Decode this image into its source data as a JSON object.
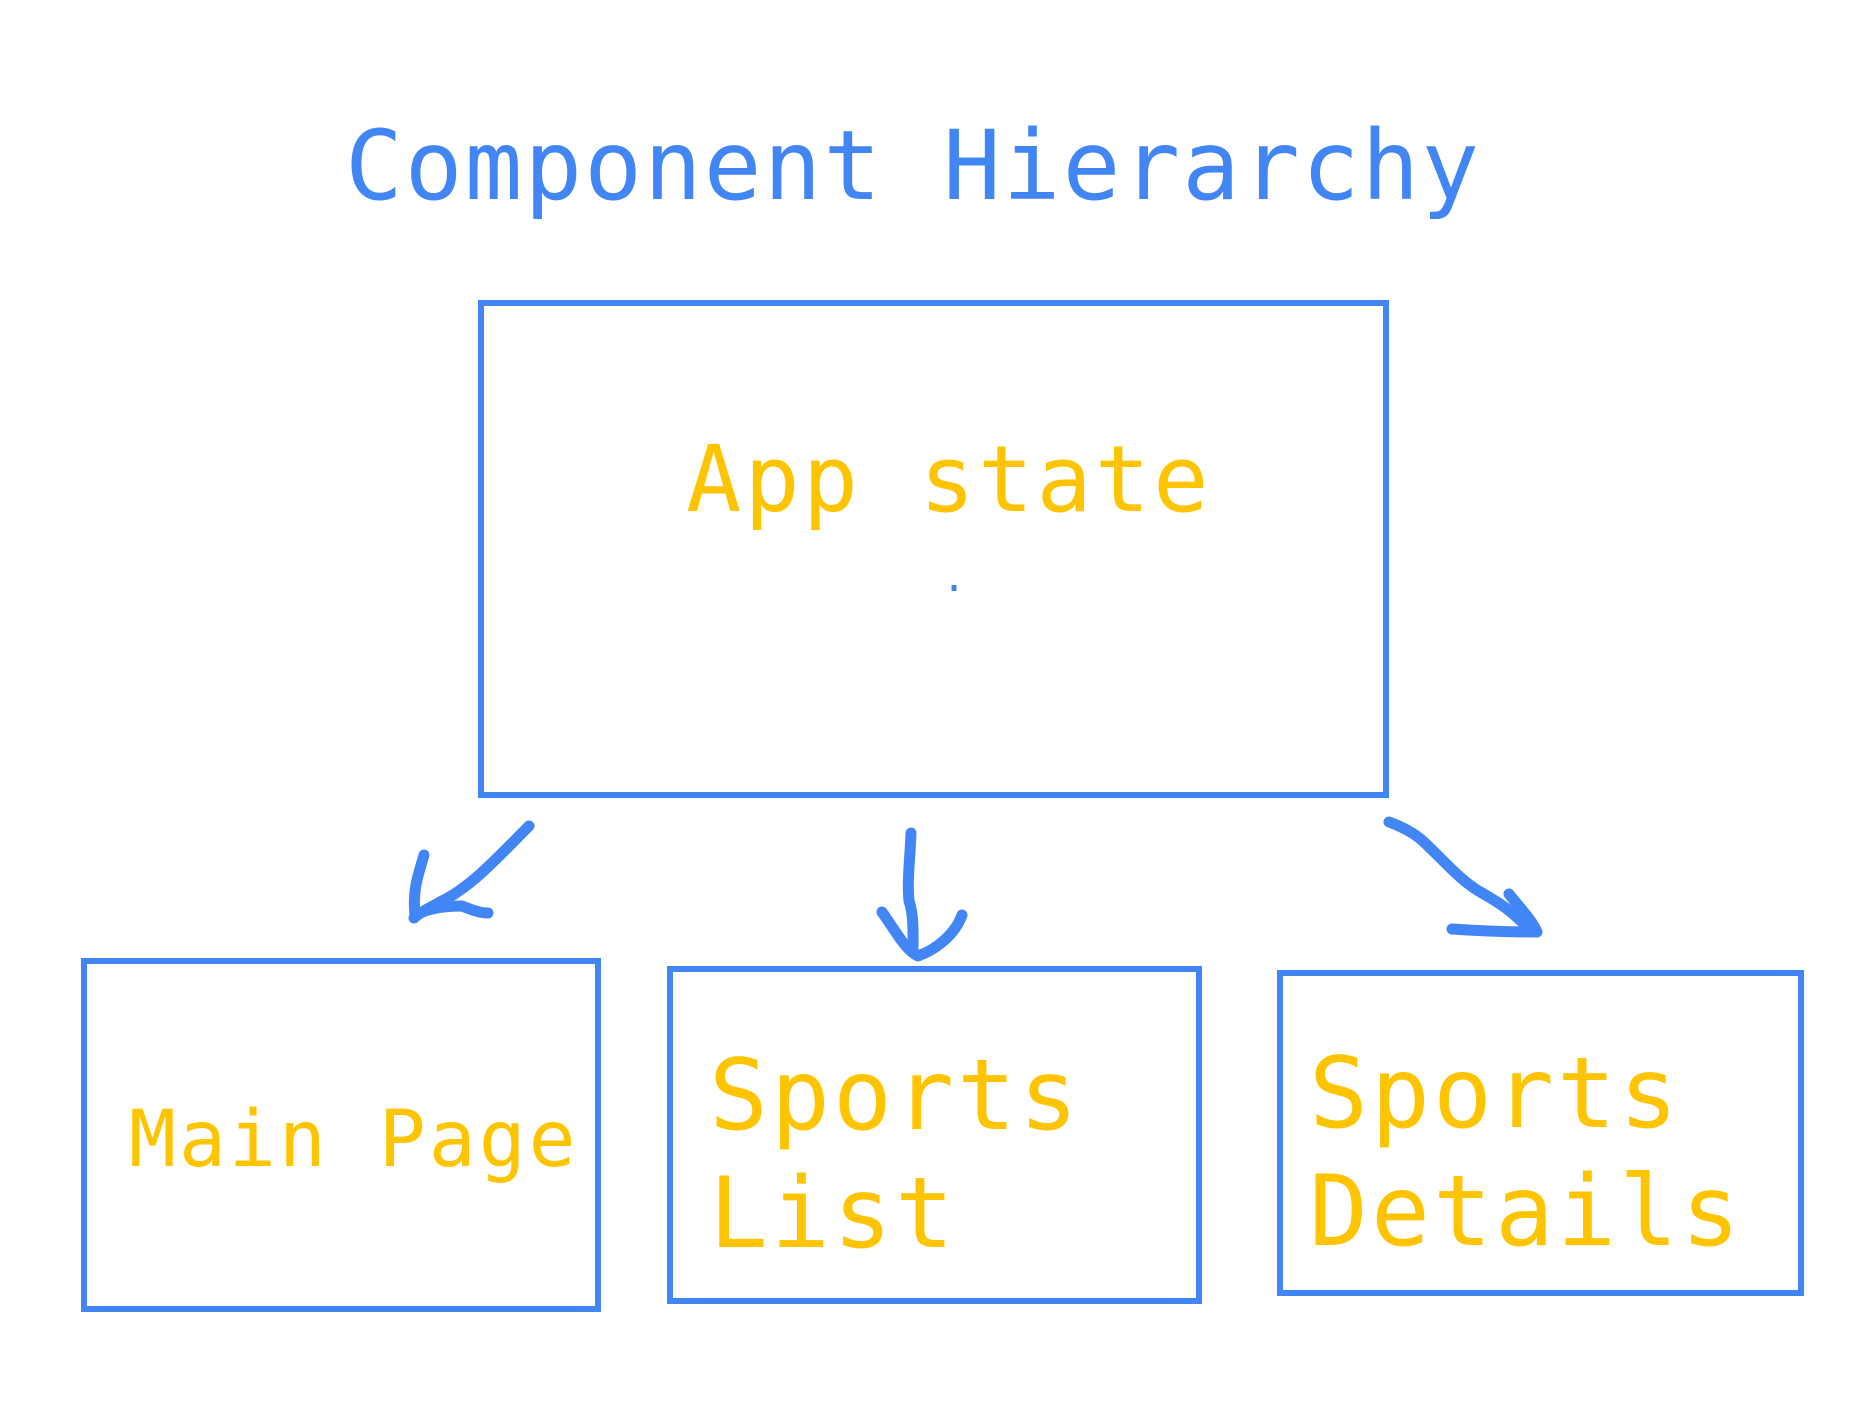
{
  "diagram": {
    "title": "Component Hierarchy",
    "nodes": {
      "app_state": {
        "label": "App state",
        "dot": "."
      },
      "main_page": {
        "label": "Main Page"
      },
      "sports_list": {
        "label": "Sports\nList"
      },
      "sports_details": {
        "label": "Sports\nDetails"
      }
    },
    "edges": [
      {
        "from": "App state",
        "to": "Main Page"
      },
      {
        "from": "App state",
        "to": "Sports List"
      },
      {
        "from": "App state",
        "to": "Sports Details"
      }
    ],
    "colors": {
      "outline": "#4285F4",
      "title": "#4285F4",
      "node_text": "#FFC400",
      "background": "#FFFFFF"
    }
  }
}
